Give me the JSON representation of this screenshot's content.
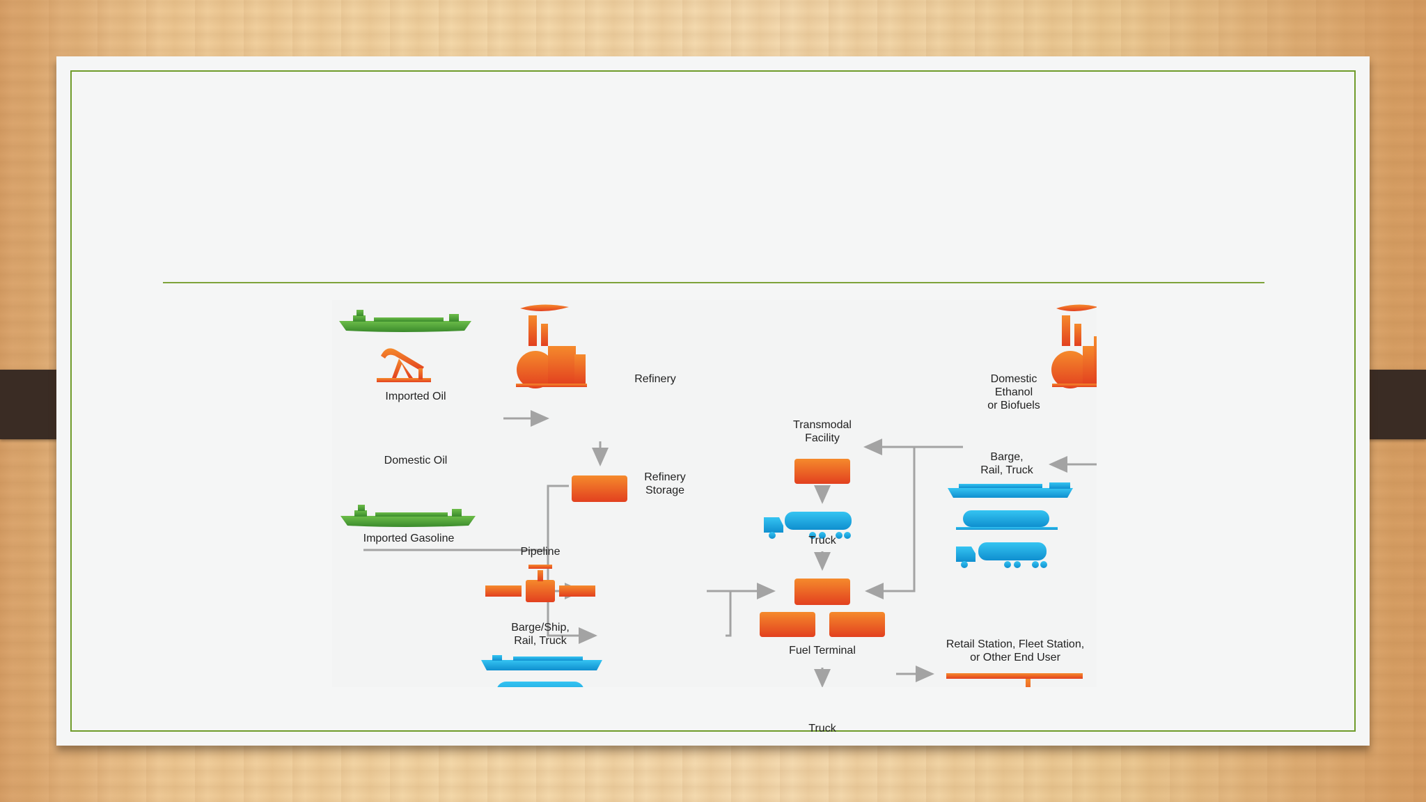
{
  "diagram": {
    "labels": {
      "imported_oil": "Imported Oil",
      "domestic_oil": "Domestic Oil",
      "refinery": "Refinery",
      "refinery_storage": "Refinery\nStorage",
      "imported_gasoline": "Imported Gasoline",
      "pipeline": "Pipeline",
      "barge_ship": "Barge/Ship,\nRail, Truck",
      "transmodal": "Transmodal\nFacility",
      "truck_upper": "Truck",
      "fuel_terminal": "Fuel Terminal",
      "truck_lower": "Truck",
      "domestic_ethanol": "Domestic\nEthanol\nor Biofuels",
      "barge_rail_truck": "Barge,\nRail, Truck",
      "retail": "Retail Station, Fleet Station,\nor Other End User"
    },
    "colors": {
      "green": "#4f9a37",
      "orange": "#ea5a24",
      "blue": "#1aa6dc",
      "arrow": "#a3a3a3"
    }
  }
}
